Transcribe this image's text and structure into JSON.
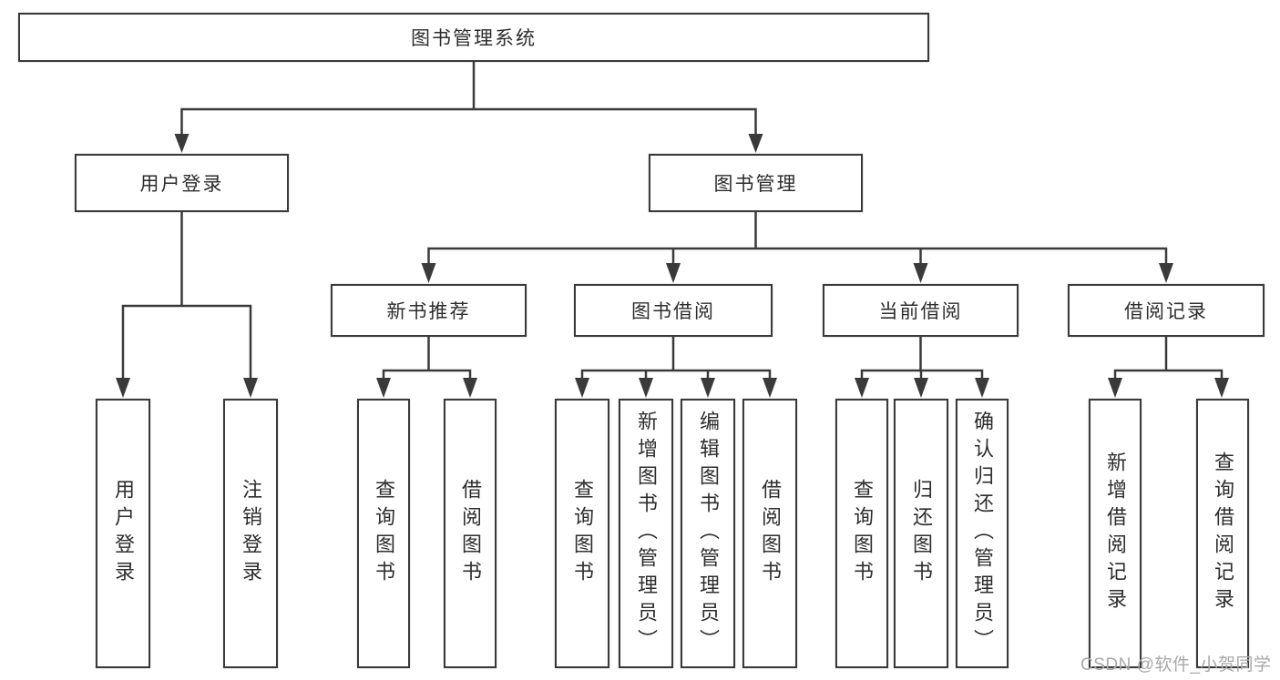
{
  "tree": {
    "root": "图书管理系统",
    "children": [
      {
        "label": "用户登录",
        "children": [
          {
            "label": "用户登录"
          },
          {
            "label": "注销登录"
          }
        ]
      },
      {
        "label": "图书管理",
        "children": [
          {
            "label": "新书推荐",
            "children": [
              {
                "label": "查询图书"
              },
              {
                "label": "借阅图书"
              }
            ]
          },
          {
            "label": "图书借阅",
            "children": [
              {
                "label": "查询图书"
              },
              {
                "label": "新增图书（管理员）"
              },
              {
                "label": "编辑图书（管理员）"
              },
              {
                "label": "借阅图书"
              }
            ]
          },
          {
            "label": "当前借阅",
            "children": [
              {
                "label": "查询图书"
              },
              {
                "label": "归还图书"
              },
              {
                "label": "确认归还（管理员）"
              }
            ]
          },
          {
            "label": "借阅记录",
            "children": [
              {
                "label": "新增借阅记录"
              },
              {
                "label": "查询借阅记录"
              }
            ]
          }
        ]
      }
    ]
  },
  "watermark": {
    "text": "CSDN @软件_小贺同学"
  },
  "colors": {
    "line": "#3a3a3a",
    "text": "#2d2d2d",
    "box_background": "#ffffff",
    "page_background": "#ffffff",
    "watermark": "#a8a8a8"
  }
}
